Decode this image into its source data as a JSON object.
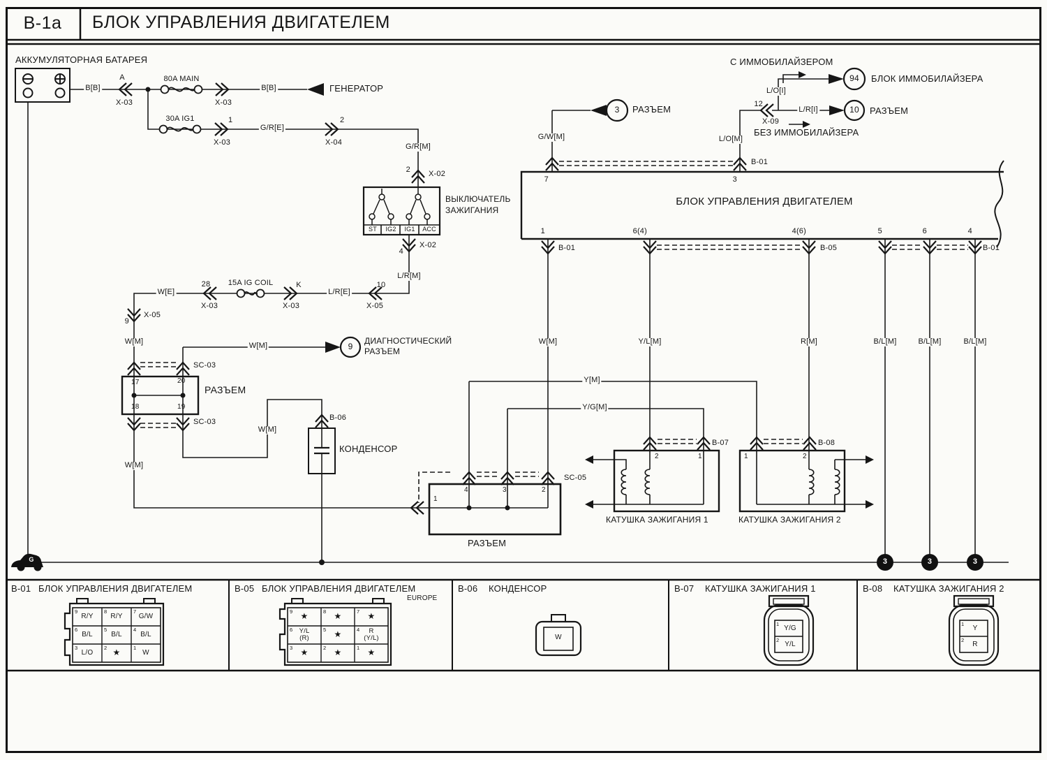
{
  "page": {
    "code": "B-1a",
    "title": "БЛОК УПРАВЛЕНИЯ ДВИГАТЕЛЕМ"
  },
  "labels": {
    "battery": "АККУМУЛЯТОРНАЯ БАТАРЕЯ",
    "generator": "ГЕНЕРАТОР",
    "ignition_switch1": "ВЫКЛЮЧАТЕЛЬ",
    "ignition_switch2": "ЗАЖИГАНИЯ",
    "ecu": "БЛОК УПРАВЛЕНИЯ ДВИГАТЕЛЕМ",
    "diagnostic": "ДИАГНОСТИЧЕСКИЙ",
    "razem": "РАЗЪЕМ",
    "condenser": "КОНДЕНСОР",
    "coil1": "КАТУШКА ЗАЖИГАНИЯ 1",
    "coil2": "КАТУШКА ЗАЖИГАНИЯ 2",
    "with_immo": "С ИММОБИЛАЙЗЕРОМ",
    "without_immo": "БЕЗ ИММОБИЛАЙЗЕРА",
    "immo_unit": "БЛОК ИММОБИЛАЙЗЕРА",
    "europe": "EUROPE",
    "ground": "G"
  },
  "fuses": {
    "main": "80A MAIN",
    "ig1": "30A IG1",
    "igcoil": "15A IG COIL"
  },
  "switch_terminals": [
    "ST",
    "IG2",
    "IG1",
    "ACC"
  ],
  "wires": {
    "bb": "B[B]",
    "gre": "G/R[E]",
    "grm": "G/R[M]",
    "lrm": "L/R[M]",
    "lre": "L/R[E]",
    "we": "W[E]",
    "wm": "W[M]",
    "gwm": "G/W[M]",
    "lom": "L/O[M]",
    "loi": "L/O[I]",
    "lri": "L/R[I]",
    "ym": "Y[M]",
    "ygm": "Y/G[M]",
    "ylm": "Y/L[M]",
    "rm": "R[M]",
    "blm": "B/L[M]"
  },
  "connectors": {
    "x02": "X-02",
    "x03": "X-03",
    "x04": "X-04",
    "x05": "X-05",
    "x09": "X-09",
    "sc03": "SC-03",
    "sc05": "SC-05",
    "b01": "B-01",
    "b05": "B-05",
    "b06": "B-06",
    "b07": "B-07",
    "b08": "B-08"
  },
  "pins": {
    "a": "A",
    "k": "K",
    "n1": "1",
    "n2": "2",
    "n3": "3",
    "n4": "4",
    "n5": "5",
    "n6": "6",
    "n7": "7",
    "n9": "9",
    "n10": "10",
    "n12": "12",
    "n17": "17",
    "n18": "18",
    "n19": "19",
    "n20": "20",
    "n28": "28",
    "n6_4": "6(4)",
    "n4_6": "4(6)"
  },
  "circles": {
    "immo": "94",
    "razem10": "10",
    "razem3": "3",
    "diag": "9",
    "gnd": "3"
  },
  "tables": {
    "b01": {
      "code": "B-01",
      "title": "БЛОК УПРАВЛЕНИЯ ДВИГАТЕЛЕМ",
      "cells": [
        {
          "pin": "9",
          "label": "R/Y"
        },
        {
          "pin": "8",
          "label": "R/Y"
        },
        {
          "pin": "7",
          "label": "G/W"
        },
        {
          "pin": "6",
          "label": "B/L"
        },
        {
          "pin": "5",
          "label": "B/L"
        },
        {
          "pin": "4",
          "label": "B/L"
        },
        {
          "pin": "3",
          "label": "L/O"
        },
        {
          "pin": "2",
          "label": "★"
        },
        {
          "pin": "1",
          "label": "W"
        }
      ]
    },
    "b05": {
      "code": "B-05",
      "title": "БЛОК УПРАВЛЕНИЯ ДВИГАТЕЛЕМ",
      "region": "EUROPE",
      "cells": [
        {
          "pin": "9",
          "label": "★",
          "label2": ""
        },
        {
          "pin": "8",
          "label": "★",
          "label2": ""
        },
        {
          "pin": "7",
          "label": "★",
          "label2": ""
        },
        {
          "pin": "6",
          "label": "Y/L",
          "label2": "(R)"
        },
        {
          "pin": "5",
          "label": "★",
          "label2": ""
        },
        {
          "pin": "4",
          "label": "R",
          "label2": "(Y/L)"
        },
        {
          "pin": "3",
          "label": "★",
          "label2": ""
        },
        {
          "pin": "2",
          "label": "★",
          "label2": ""
        },
        {
          "pin": "1",
          "label": "★",
          "label2": ""
        }
      ]
    },
    "b06": {
      "code": "B-06",
      "title": "КОНДЕНСОР",
      "cell": "W"
    },
    "b07": {
      "code": "B-07",
      "title": "КАТУШКА ЗАЖИГАНИЯ 1",
      "cells": [
        {
          "pin": "1",
          "label": "Y/G"
        },
        {
          "pin": "2",
          "label": "Y/L"
        }
      ]
    },
    "b08": {
      "code": "B-08",
      "title": "КАТУШКА ЗАЖИГАНИЯ 2",
      "cells": [
        {
          "pin": "1",
          "label": "Y"
        },
        {
          "pin": "2",
          "label": "R"
        }
      ]
    }
  }
}
